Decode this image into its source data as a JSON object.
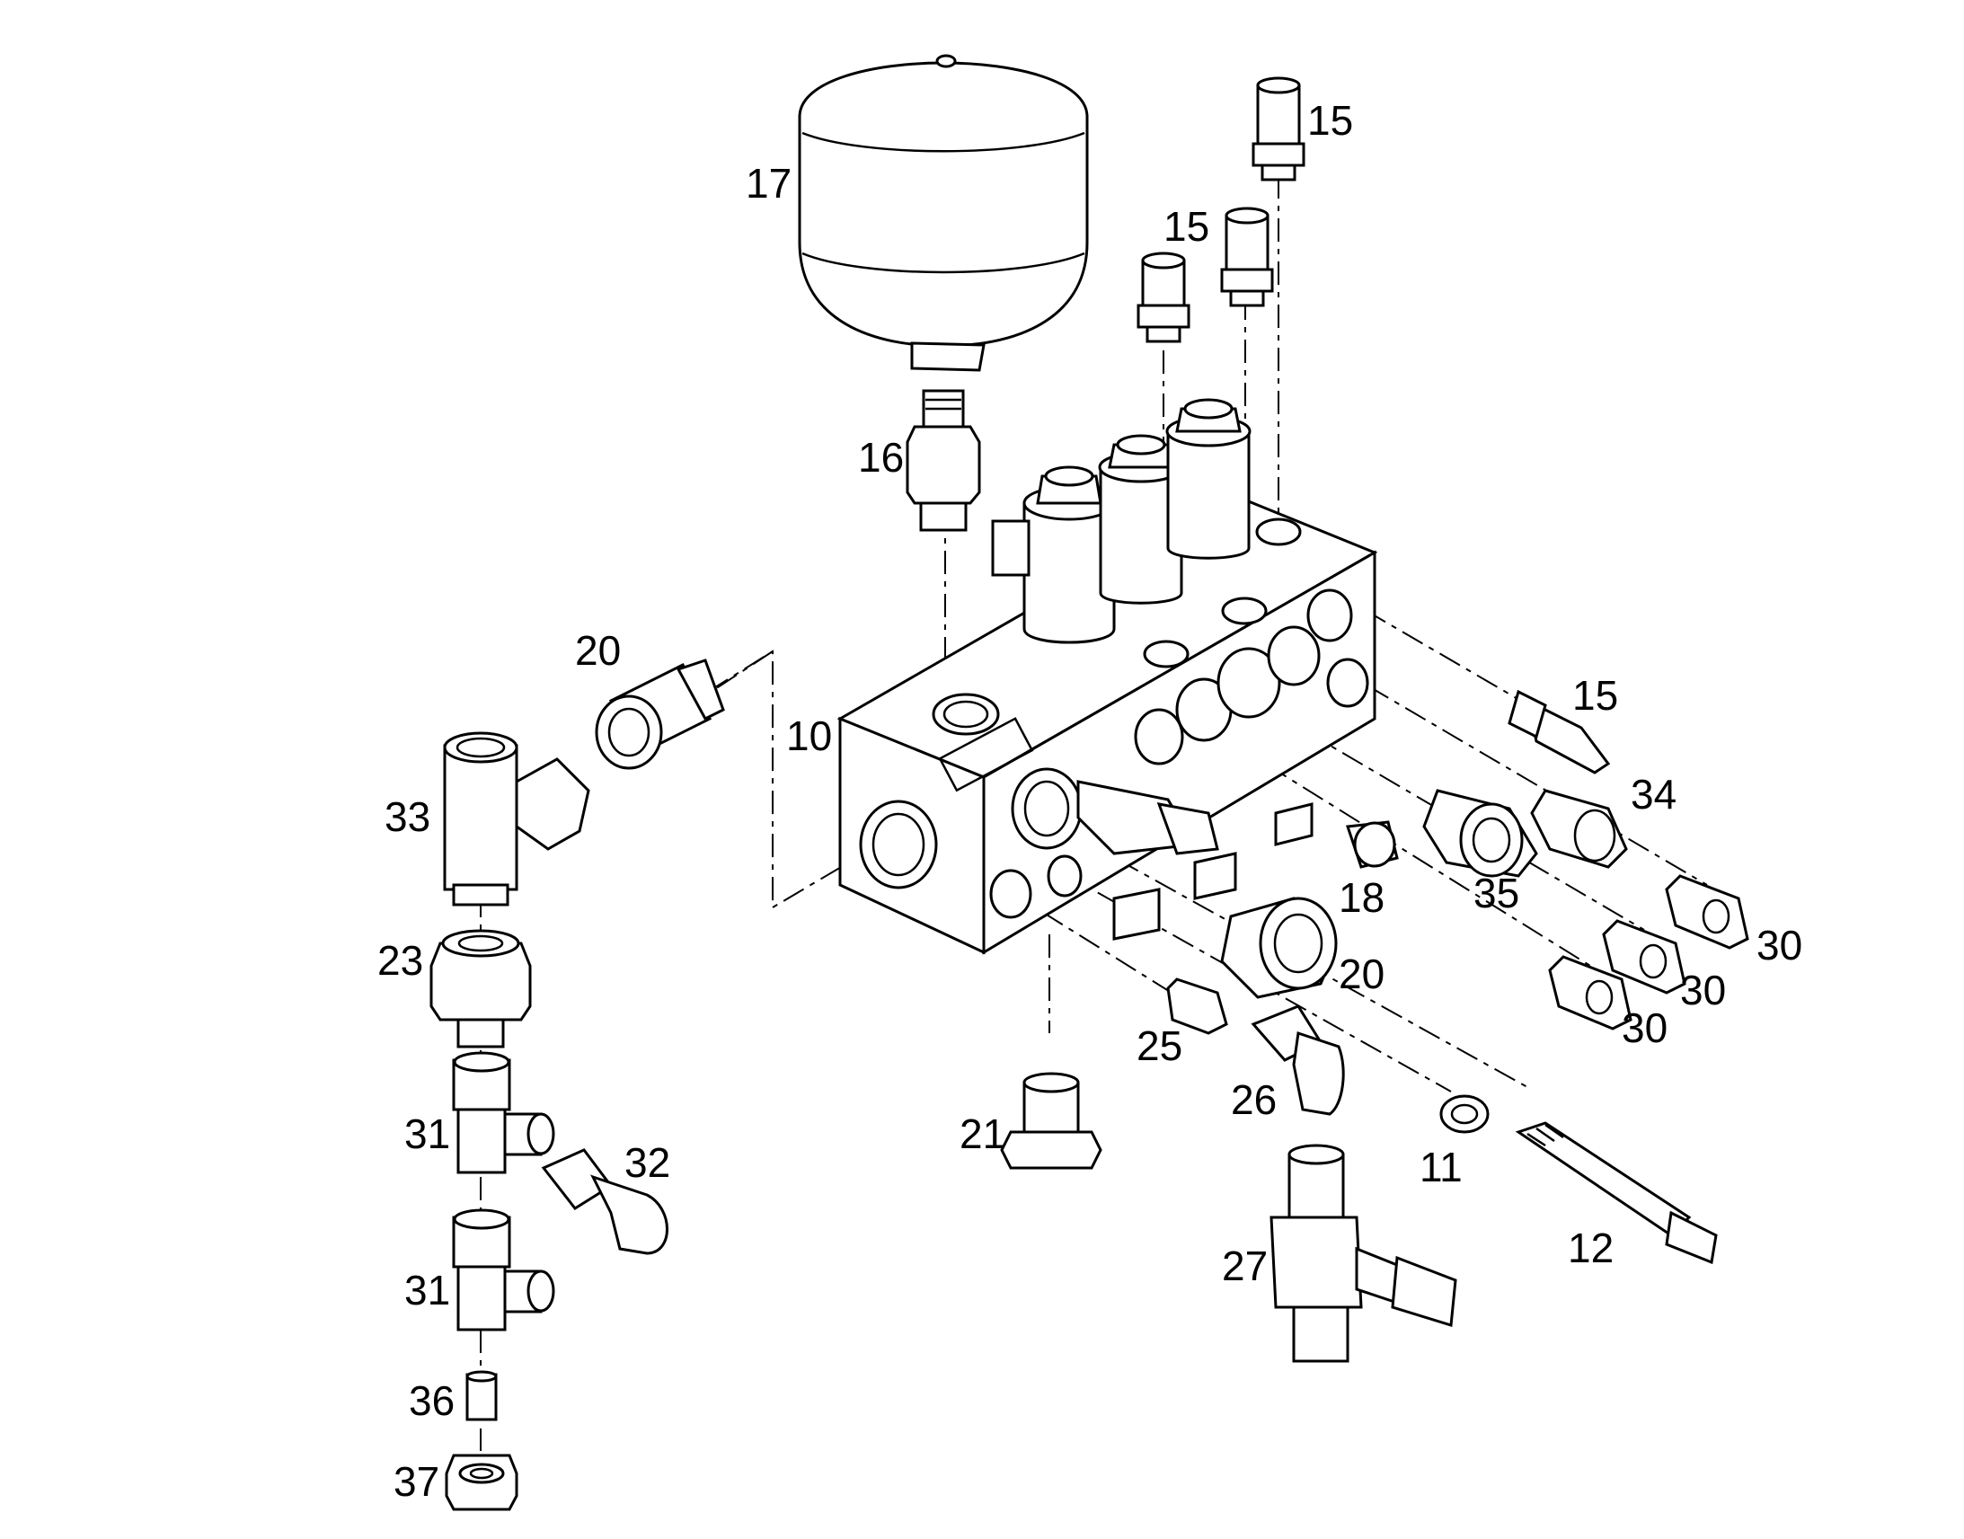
{
  "diagram": {
    "callouts": [
      {
        "id": "c15a",
        "text": "15"
      },
      {
        "id": "c17",
        "text": "17"
      },
      {
        "id": "c15b",
        "text": "15"
      },
      {
        "id": "c16",
        "text": "16"
      },
      {
        "id": "c20a",
        "text": "20"
      },
      {
        "id": "c10",
        "text": "10"
      },
      {
        "id": "c15c",
        "text": "15"
      },
      {
        "id": "c34",
        "text": "34"
      },
      {
        "id": "c33",
        "text": "33"
      },
      {
        "id": "c18",
        "text": "18"
      },
      {
        "id": "c35",
        "text": "35"
      },
      {
        "id": "c30a",
        "text": "30"
      },
      {
        "id": "c23",
        "text": "23"
      },
      {
        "id": "c20b",
        "text": "20"
      },
      {
        "id": "c30b",
        "text": "30"
      },
      {
        "id": "c30c",
        "text": "30"
      },
      {
        "id": "c25",
        "text": "25"
      },
      {
        "id": "c26",
        "text": "26"
      },
      {
        "id": "c21",
        "text": "21"
      },
      {
        "id": "c31a",
        "text": "31"
      },
      {
        "id": "c32",
        "text": "32"
      },
      {
        "id": "c11",
        "text": "11"
      },
      {
        "id": "c12",
        "text": "12"
      },
      {
        "id": "c27",
        "text": "27"
      },
      {
        "id": "c31b",
        "text": "31"
      },
      {
        "id": "c36",
        "text": "36"
      },
      {
        "id": "c37",
        "text": "37"
      }
    ]
  }
}
